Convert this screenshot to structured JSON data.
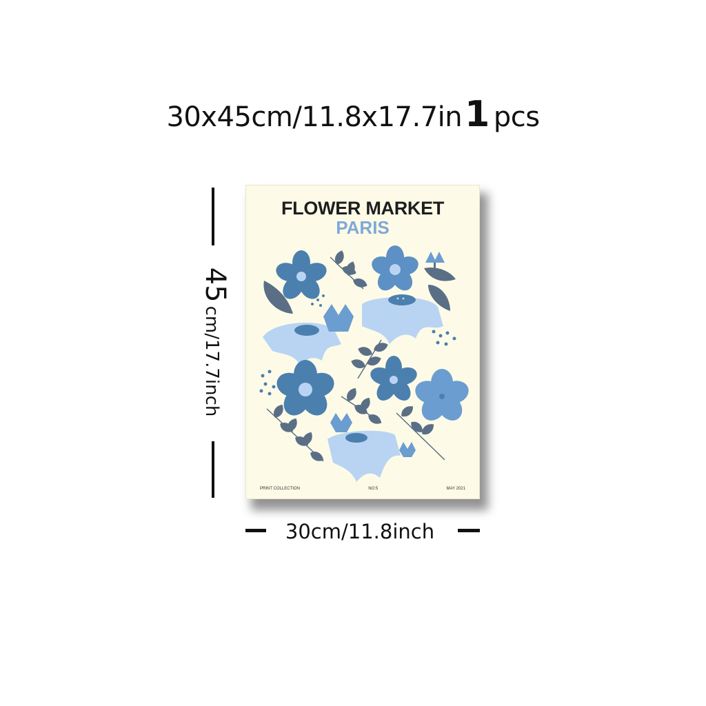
{
  "headline": {
    "size": "30x45cm/11.8x17.7in",
    "quantity": "1",
    "unit": "pcs"
  },
  "poster": {
    "title": "FLOWER MARKET",
    "subtitle": "PARIS",
    "footer": {
      "left": "PRINT COLLECTION",
      "center": "NO:5",
      "right": "MAY 2021"
    },
    "colors": {
      "background": "#fdfbe7",
      "title": "#1e1e1e",
      "subtitle": "#7fa9d6",
      "dark_blue": "#4b7fae",
      "mid_blue": "#6b9dd0",
      "light_blue": "#b9d4f2",
      "leaf_gray": "#5a6f86"
    }
  },
  "dimensions": {
    "height_value": "45",
    "height_rest": "cm/17.7inch",
    "width_label": "30cm/11.8inch"
  }
}
